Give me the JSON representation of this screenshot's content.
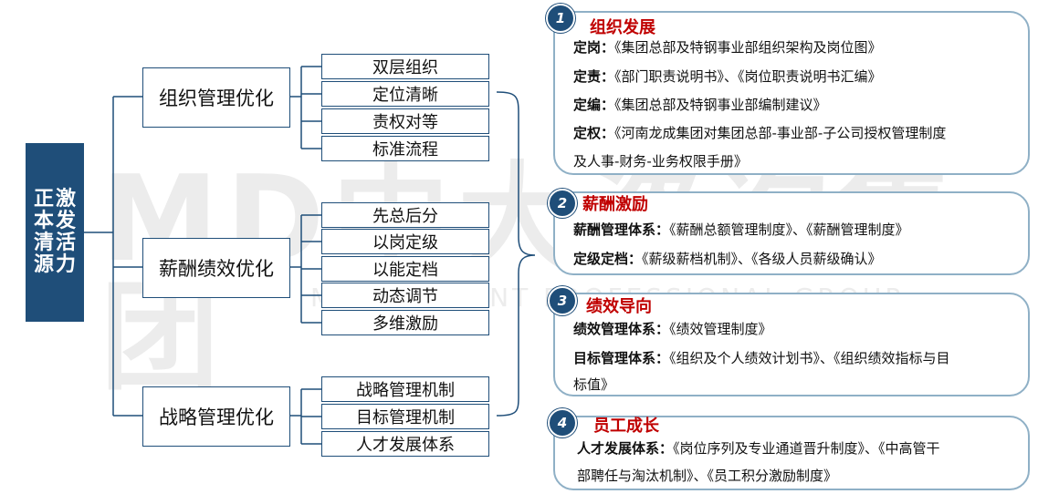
{
  "watermark": {
    "main": "MD中大咨询集团",
    "sub": "MANAGEMENT PROFESSIONAL GROUP"
  },
  "root": {
    "col1": [
      "激",
      "发",
      "活",
      "力"
    ],
    "col2": [
      "正",
      "本",
      "清",
      "源"
    ]
  },
  "branches": [
    {
      "label": "组织管理优化",
      "items": [
        "双层组织",
        "定位清晰",
        "责权对等",
        "标准流程"
      ]
    },
    {
      "label": "薪酬绩效优化",
      "items": [
        "先总后分",
        "以岗定级",
        "以能定档",
        "动态调节",
        "多维激励"
      ]
    },
    {
      "label": "战略管理优化",
      "items": [
        "战略管理机制",
        "目标管理机制",
        "人才发展体系"
      ]
    }
  ],
  "cards": [
    {
      "number": "1",
      "title": "组织发展",
      "lines": [
        {
          "key": "定岗：",
          "text": "《集团总部及特钢事业部组织架构及岗位图》"
        },
        {
          "key": "定责：",
          "text": "《部门职责说明书》、《岗位职责说明书汇编》"
        },
        {
          "key": "定编：",
          "text": "《集团总部及特钢事业部编制建议》"
        },
        {
          "key": "定权：",
          "text": "《河南龙成集团对集团总部-事业部-子公司授权管理制度"
        },
        {
          "key": "",
          "text": "及人事-财务-业务权限手册》"
        }
      ]
    },
    {
      "number": "2",
      "title": "薪酬激励",
      "lines": [
        {
          "key": "薪酬管理体系：",
          "text": "《薪酬总额管理制度》、《薪酬管理制度》"
        },
        {
          "key": "定级定档：",
          "text": "《薪级薪档机制》、《各级人员薪级确认》"
        }
      ]
    },
    {
      "number": "3",
      "title": "绩效导向",
      "lines": [
        {
          "key": "绩效管理体系：",
          "text": "《绩效管理制度》"
        },
        {
          "key": "目标管理体系：",
          "text": "《组织及个人绩效计划书》、《组织绩效指标与目"
        },
        {
          "key": "",
          "text": "标值》"
        }
      ]
    },
    {
      "number": "4",
      "title": "员工成长",
      "lines": [
        {
          "key": "人才发展体系：",
          "text": "《岗位序列及专业通道晋升制度》、《中高管干"
        },
        {
          "key": "",
          "text": "部聘任与淘汰机制》、《员工积分激励制度》"
        }
      ]
    }
  ],
  "colors": {
    "primary": "#1f4e79",
    "accent": "#c00000",
    "card_border": "#8fb0c6",
    "watermark": "#ececec"
  }
}
